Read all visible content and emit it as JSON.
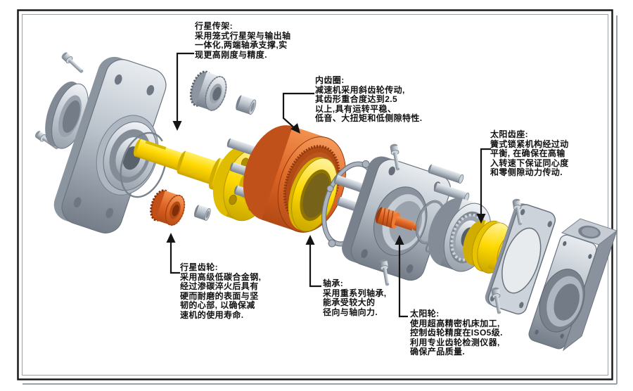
{
  "frame": {
    "background": "#ffffff",
    "outer_border_color": "#1a1a1a",
    "inner_border_color": "#9aa0a8"
  },
  "colors": {
    "yellow": "#f6d800",
    "orange": "#dd6526",
    "metal_light": "#d7dde3",
    "metal_mid": "#a9b2bd",
    "metal_dark": "#79828c",
    "leader": "#141414",
    "text": "#111111"
  },
  "labels": [
    {
      "part": "planet-carrier",
      "title": "行星传架:",
      "lines": [
        "采用笼式行星架与输出轴",
        "一体化,两端轴承支撑,实",
        "现更高刚度与精度."
      ]
    },
    {
      "part": "internal-ring-gear",
      "title": "内齿圈:",
      "lines": [
        "减速机采用斜齿轮传动,",
        "其齿形重合度达到2.5",
        "以上,具有运转平稳、",
        "低音、大扭矩和低侧隙特性."
      ]
    },
    {
      "part": "sun-gear-seat",
      "title": "太阳齿座:",
      "lines": [
        "簧式锁紧机构经过动",
        "平衡, 在确保在高输",
        "入转速下保证同心度",
        "和零侧隙动力传动."
      ]
    },
    {
      "part": "planet-gear",
      "title": "行星齿轮:",
      "lines": [
        "采用高级低碳合金钢,",
        "经过渗碳淬火后具有",
        "硬而耐磨的表面与坚",
        "韧的心部, 以确保减",
        "速机的使用寿命."
      ]
    },
    {
      "part": "bearing",
      "title": "轴承:",
      "lines": [
        "采用重系列轴承,",
        "能承受较大的",
        "径向与轴向力."
      ]
    },
    {
      "part": "sun-gear",
      "title": "太阳轮:",
      "lines": [
        "使用超高精密机床加工,",
        "控制齿轮精度在ISO5级.",
        "利用专业齿轮检测仪器,",
        "确保产品质量."
      ]
    }
  ],
  "parts": [
    "output-flange-plate",
    "front-bearing-ring",
    "output-shaft-planet-carrier",
    "planet-gear-top",
    "planet-gear-bottom",
    "carrier-pins",
    "internal-ring-gear",
    "yellow-bearing-ring",
    "gasket-ring",
    "mounting-flange-plate",
    "sun-gear-shaft",
    "retaining-ring",
    "ball-bearing",
    "sun-gear-seat-hub",
    "gasket-plate",
    "adapter-housing",
    "bolts"
  ]
}
